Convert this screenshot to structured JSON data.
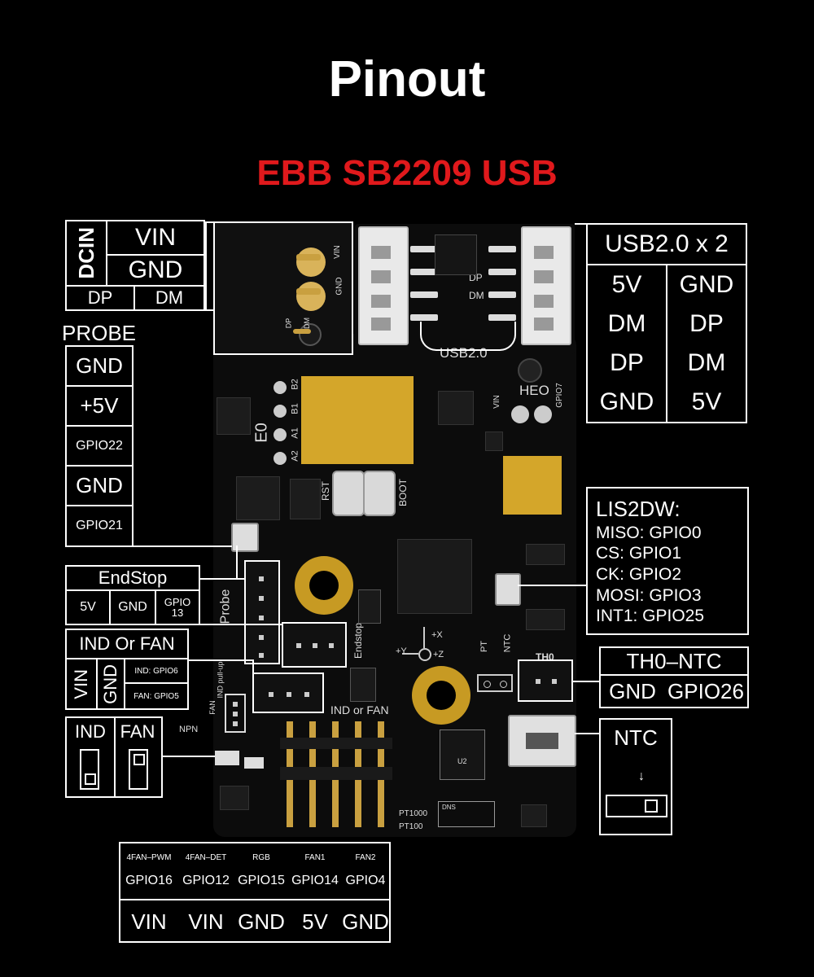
{
  "title": "Pinout",
  "subtitle": "EBB SB2209 USB",
  "colors": {
    "background": "#000000",
    "subtitle": "#e0191c",
    "pcb": "#0c0c0c",
    "gold": "#d4a62a"
  },
  "dcin": {
    "label": "DCIN",
    "vin": "VIN",
    "gnd": "GND",
    "dp": "DP",
    "dm": "DM"
  },
  "probe": {
    "label": "PROBE",
    "pins": [
      "GND",
      "+5V",
      "GPIO22",
      "GND",
      "GPIO21"
    ]
  },
  "endstop": {
    "label": "EndStop",
    "pins": [
      "5V",
      "GND",
      "GPIO\n13"
    ]
  },
  "ind_fan": {
    "label": "IND Or FAN",
    "vin": "VIN",
    "gnd": "GND",
    "ind": "IND: GPIO6",
    "fan": "FAN: GPIO5"
  },
  "switch_jumpers": {
    "ind": "IND",
    "fan": "FAN"
  },
  "usb": {
    "label": "USB2.0 x 2",
    "left": [
      "5V",
      "DM",
      "DP",
      "GND"
    ],
    "right": [
      "GND",
      "DP",
      "DM",
      "5V"
    ]
  },
  "lis2dw": {
    "label": "LIS2DW:",
    "lines": [
      "MISO: GPIO0",
      "CS: GPIO1",
      "CK: GPIO2",
      "MOSI: GPIO3",
      "INT1: GPIO25"
    ]
  },
  "th0": {
    "label": "TH0–NTC",
    "gnd": "GND",
    "gpio": "GPIO26"
  },
  "ntc": {
    "label": "NTC",
    "arrow": "↓"
  },
  "bottom": {
    "headers": [
      "4FAN–PWM",
      "4FAN–DET",
      "RGB",
      "FAN1",
      "FAN2"
    ],
    "gpios": [
      "GPIO16",
      "GPIO12",
      "GPIO15",
      "GPIO14",
      "GPIO4"
    ],
    "power": [
      "VIN",
      "VIN",
      "GND",
      "5V",
      "GND"
    ]
  },
  "silkscreen": {
    "usb2": "USB2.0",
    "heo": "HEO",
    "e0": "E0",
    "probe": "Probe",
    "endstop": "Endstop",
    "ind_or_fan": "IND or FAN",
    "npn": "NPN",
    "rst": "RST",
    "boot": "BOOT",
    "th0": "TH0",
    "pt": "PT",
    "ntc": "NTC",
    "pt1000": "PT1000",
    "pt100": "PT100",
    "u2": "U2",
    "vin": "VIN",
    "gnd": "GND",
    "dp": "DP",
    "dm": "DM",
    "gpio7": "GPIO7",
    "ind_pullup": "IND pull-up",
    "fan": "FAN",
    "a2": "A2",
    "a1": "A1",
    "b1": "B1",
    "b2": "B2",
    "plus_x": "+X",
    "plus_y": "+Y",
    "plus_z": "+Z",
    "dns": "DNS"
  }
}
